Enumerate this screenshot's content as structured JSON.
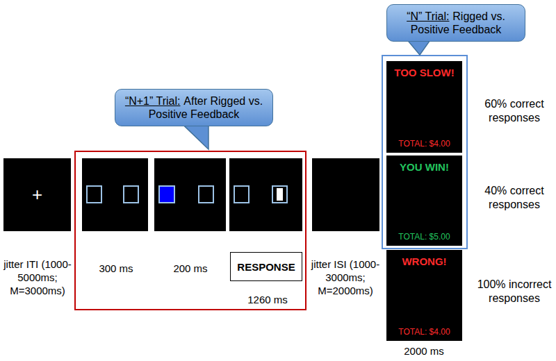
{
  "diagram": {
    "nodes": [
      {
        "text": [
          "“N” Trial:",
          "Rigged vs. Positive Feedback"
        ]
      },
      {
        "text": [
          "“N+1” Trial:",
          "After Rigged vs. Positive Feedback"
        ]
      },
      {
        "text": [
          "+"
        ]
      },
      {
        "text": [
          "300 ms",
          "200 ms",
          "1260 ms"
        ]
      },
      {
        "text": [
          "RESPONSE"
        ],
        "in": 3
      },
      {
        "text": [
          "TOO SLOW!",
          "TOTAL: $4.00"
        ]
      },
      {
        "text": [
          "YOU WIN!",
          "TOTAL: $5.00"
        ]
      },
      {
        "text": [
          "WRONG!",
          "TOTAL: $4.00"
        ]
      }
    ],
    "labels": [
      "jitter ITI (1000-5000ms; M=3000ms)",
      "jitter ISI (1000-3000ms; M=2000ms)",
      "60% correct responses",
      "40% correct responses",
      "100% incorrect responses",
      "2000 ms"
    ]
  }
}
